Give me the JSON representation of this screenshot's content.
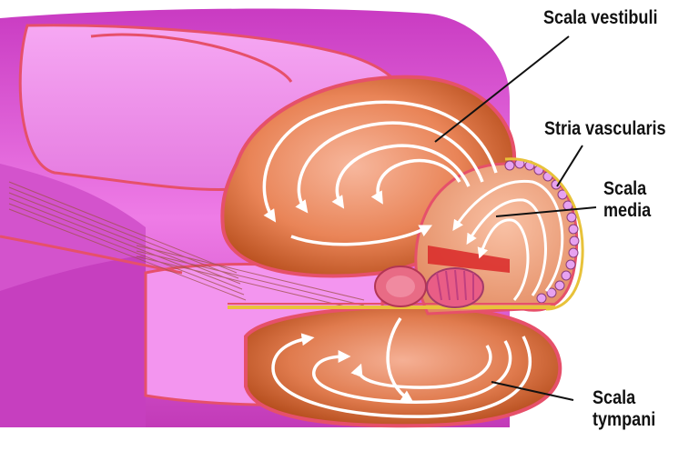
{
  "labels": {
    "scala_vestibuli": "Scala vestibuli",
    "stria_vascularis": "Stria vascularis",
    "scala_media_line1": "Scala",
    "scala_media_line2": "media",
    "scala_tympani_line1": "Scala",
    "scala_tympani_line2": "tympani"
  },
  "colors": {
    "outer_tube": "#d84fcf",
    "inner_tube": "#f38ef0",
    "membrane": "#e8506a",
    "chamber_dark": "#c8561c",
    "chamber_light": "#f7b49a",
    "media_fill": "#f4a37f",
    "stria_cells": "#e7a2f0",
    "flow_arrows": "#ffffff"
  }
}
